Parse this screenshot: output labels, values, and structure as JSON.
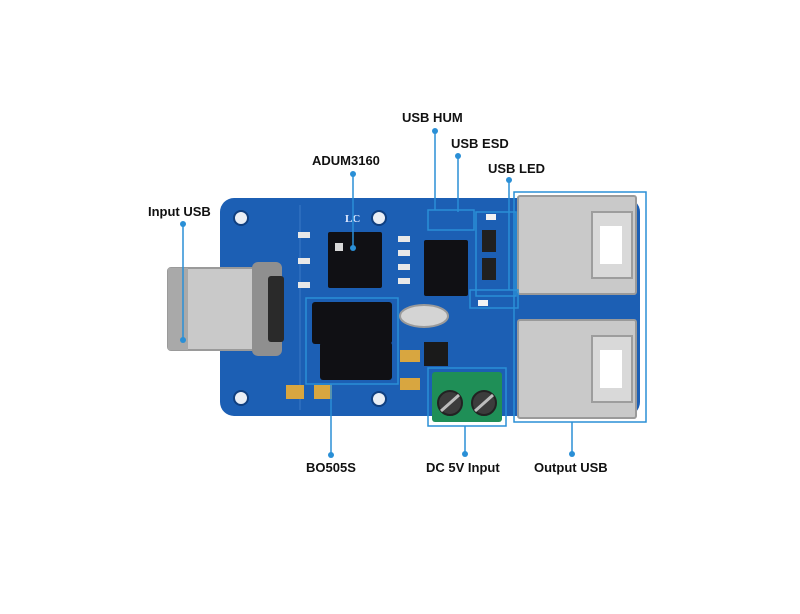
{
  "colors": {
    "pcb": "#1c5fb4",
    "pcb_dark": "#174f98",
    "callout": "#2a8fd6",
    "metal": "#c9c9c9",
    "terminal": "#1f8f57",
    "chip": "#101014"
  },
  "labels": {
    "input_usb": "Input USB",
    "adum3160": "ADUM3160",
    "usb_hum": "USB HUM",
    "usb_esd": "USB ESD",
    "usb_led": "USB LED",
    "bo505s": "BO505S",
    "dc_input": "DC 5V Input",
    "output_usb": "Output USB"
  },
  "silkscreen": {
    "board_mark": "LC"
  }
}
